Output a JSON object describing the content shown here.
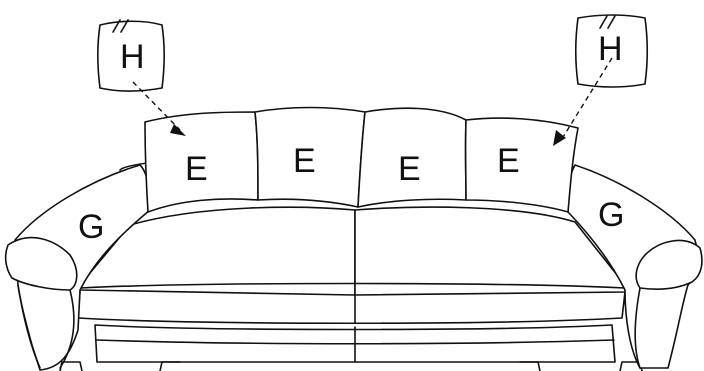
{
  "labels": {
    "pillow_left": "H",
    "pillow_right": "H",
    "cushion_1": "E",
    "cushion_2": "E",
    "cushion_3": "E",
    "cushion_4": "E",
    "arm_left": "G",
    "arm_right": "G"
  }
}
